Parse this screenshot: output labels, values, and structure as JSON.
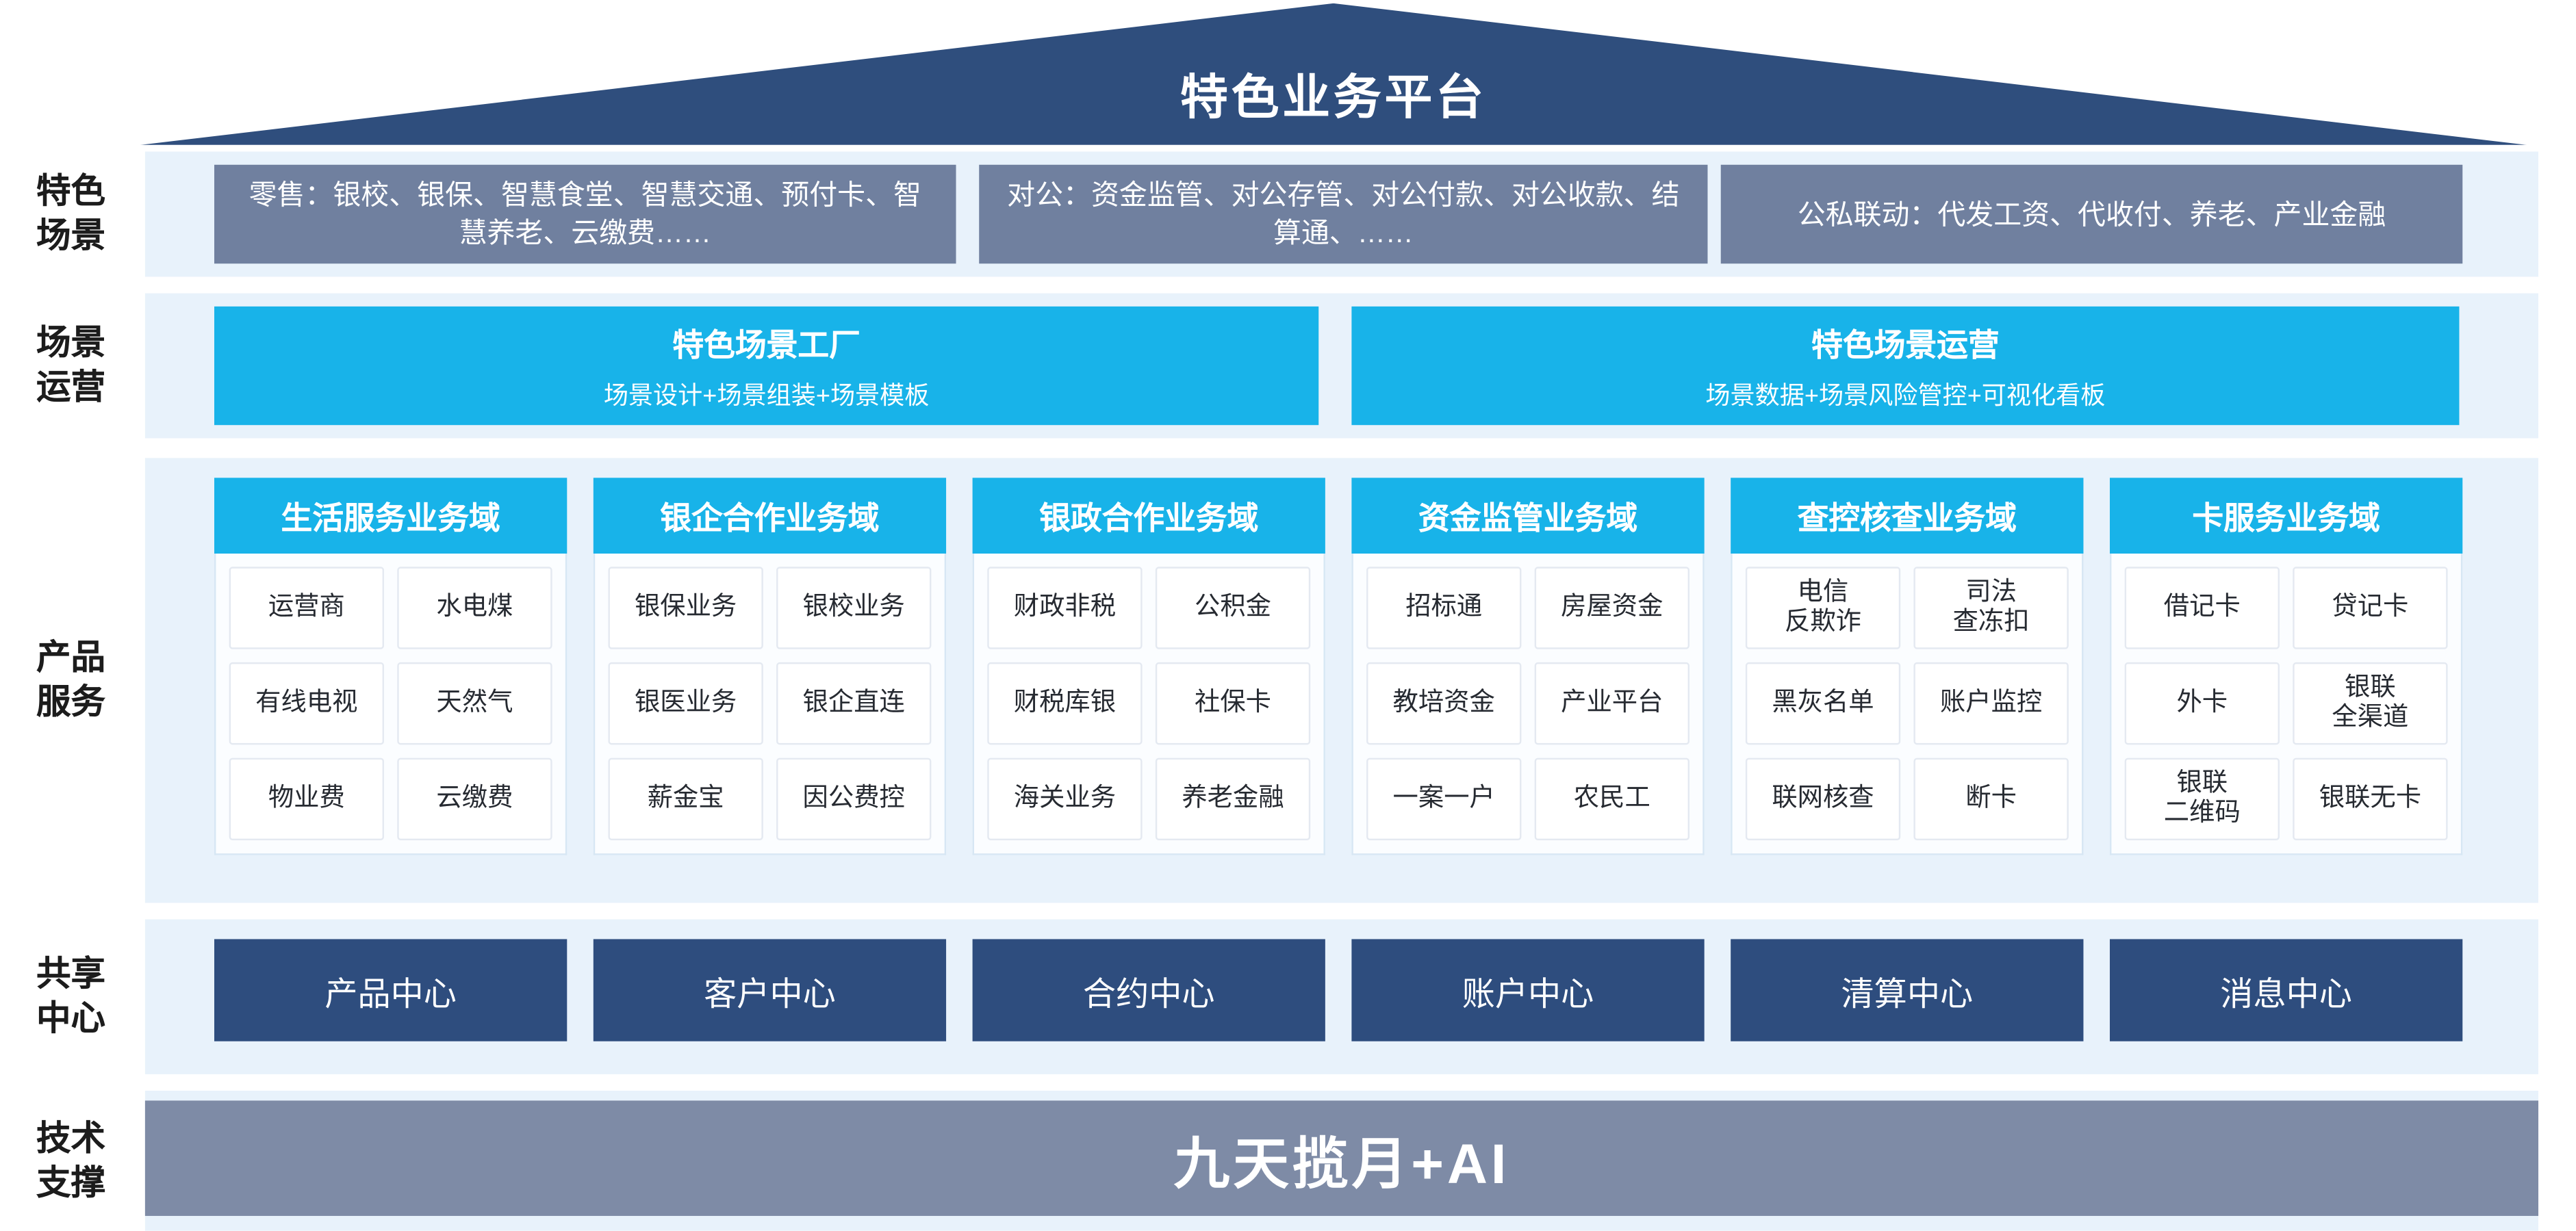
{
  "title": "特色业务平台",
  "colors": {
    "roof_navy": "#2F4E7D",
    "band_light_blue": "#E8F2FB",
    "scene_slate": "#70809F",
    "accent_cyan": "#18B3E9",
    "center_navy": "#2E4D7E",
    "tech_slate": "#7E8BA6"
  },
  "side_labels": [
    {
      "line1": "特色",
      "line2": "场景"
    },
    {
      "line1": "场景",
      "line2": "运营"
    },
    {
      "line1": "产品",
      "line2": "服务"
    },
    {
      "line1": "共享",
      "line2": "中心"
    },
    {
      "line1": "技术",
      "line2": "支撑"
    }
  ],
  "scene_row": {
    "boxes": [
      "零售：银校、银保、智慧食堂、智慧交通、预付卡、智慧养老、云缴费……",
      "对公：资金监管、对公存管、对公付款、对公收款、结算通、……",
      "公私联动：代发工资、代收付、养老、产业金融"
    ]
  },
  "operation_row": {
    "boxes": [
      {
        "title": "特色场景工厂",
        "subtitle": "场景设计+场景组装+场景模板"
      },
      {
        "title": "特色场景运营",
        "subtitle": "场景数据+场景风险管控+可视化看板"
      }
    ]
  },
  "product_row": {
    "columns": [
      {
        "header": "生活服务业务域",
        "items": [
          "运营商",
          "水电煤",
          "有线电视",
          "天然气",
          "物业费",
          "云缴费"
        ]
      },
      {
        "header": "银企合作业务域",
        "items": [
          "银保业务",
          "银校业务",
          "银医业务",
          "银企直连",
          "薪金宝",
          "因公费控"
        ]
      },
      {
        "header": "银政合作业务域",
        "items": [
          "财政非税",
          "公积金",
          "财税库银",
          "社保卡",
          "海关业务",
          "养老金融"
        ]
      },
      {
        "header": "资金监管业务域",
        "items": [
          "招标通",
          "房屋资金",
          "教培资金",
          "产业平台",
          "一案一户",
          "农民工"
        ]
      },
      {
        "header": "查控核查业务域",
        "items": [
          "电信\n反欺诈",
          "司法\n查冻扣",
          "黑灰名单",
          "账户监控",
          "联网核查",
          "断卡"
        ]
      },
      {
        "header": "卡服务业务域",
        "items": [
          "借记卡",
          "贷记卡",
          "外卡",
          "银联\n全渠道",
          "银联\n二维码",
          "银联无卡"
        ]
      }
    ]
  },
  "share_row": {
    "boxes": [
      "产品中心",
      "客户中心",
      "合约中心",
      "账户中心",
      "清算中心",
      "消息中心"
    ]
  },
  "tech_row": {
    "box": "九天揽月+AI"
  }
}
